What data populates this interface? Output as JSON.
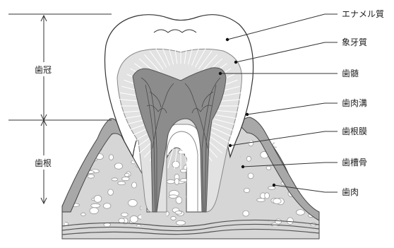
{
  "diagram": {
    "left_labels": {
      "crown": "歯冠",
      "root": "歯根"
    },
    "right_labels": [
      "エナメル質",
      "象牙質",
      "歯髄",
      "歯肉溝",
      "歯根膜",
      "歯槽骨",
      "歯肉"
    ]
  },
  "colors": {
    "enamel": "#ffffff",
    "dentin": "#e2e2e2",
    "pulp": "#8c8c8c",
    "gum": "#a8a8a8",
    "bone": "#d6d6d6",
    "bone_cells": "#ffffff",
    "lines": "#333333",
    "vessels": "#555555"
  }
}
